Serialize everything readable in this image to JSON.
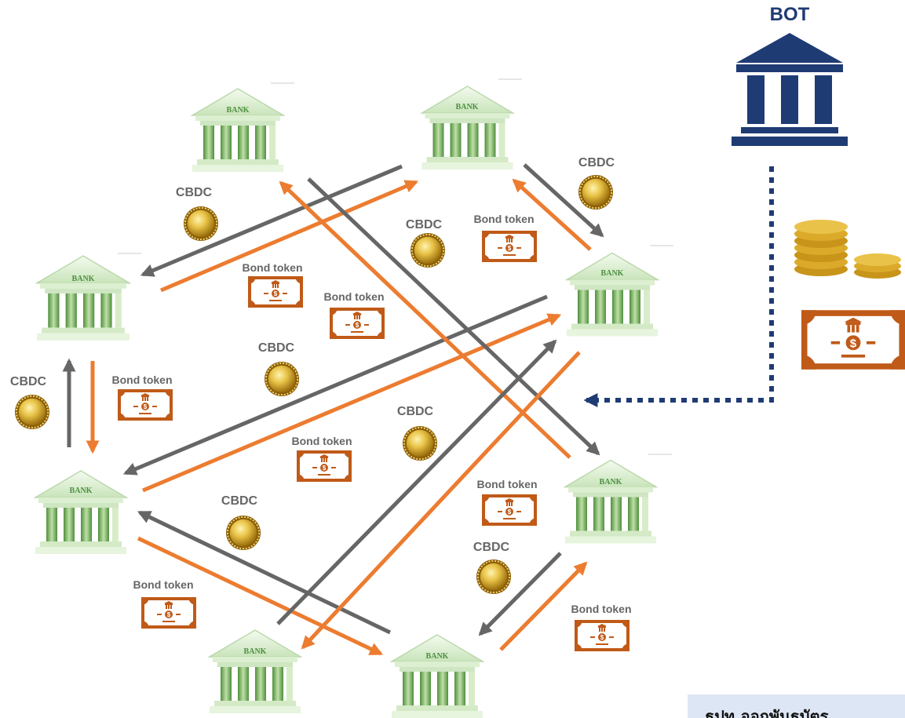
{
  "bot": {
    "label": "BOT",
    "icon": "institution-icon"
  },
  "bank": {
    "word": "BANK"
  },
  "labels": {
    "cbdc": "CBDC",
    "bond_token": "Bond token"
  },
  "note": {
    "text": "ธปท.ออกพันธบัตร"
  },
  "colors": {
    "cbdc_flow": "#666666",
    "bond_flow": "#ec7c30",
    "bot_blue": "#1f3b74",
    "bank_green": "#7cb36a",
    "coin_gold": "#d9a821",
    "bond_brown": "#c05a18"
  }
}
